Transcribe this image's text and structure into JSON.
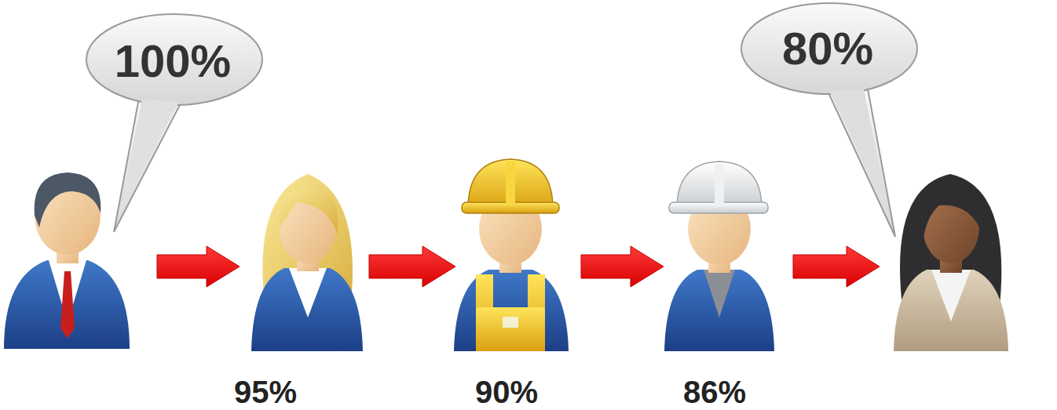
{
  "diagram": {
    "nodes": [
      {
        "text": [
          "100%"
        ]
      },
      {
        "text": [
          "95%"
        ]
      },
      {
        "text": [
          "90%"
        ]
      },
      {
        "text": [
          "86%"
        ]
      },
      {
        "text": [
          "80%"
        ]
      }
    ],
    "edges": [
      {
        "from": 0,
        "to": 1,
        "arrow": "to"
      },
      {
        "from": 1,
        "to": 2,
        "arrow": "to"
      },
      {
        "from": 2,
        "to": 3,
        "arrow": "to"
      },
      {
        "from": 3,
        "to": 4,
        "arrow": "to"
      }
    ]
  }
}
